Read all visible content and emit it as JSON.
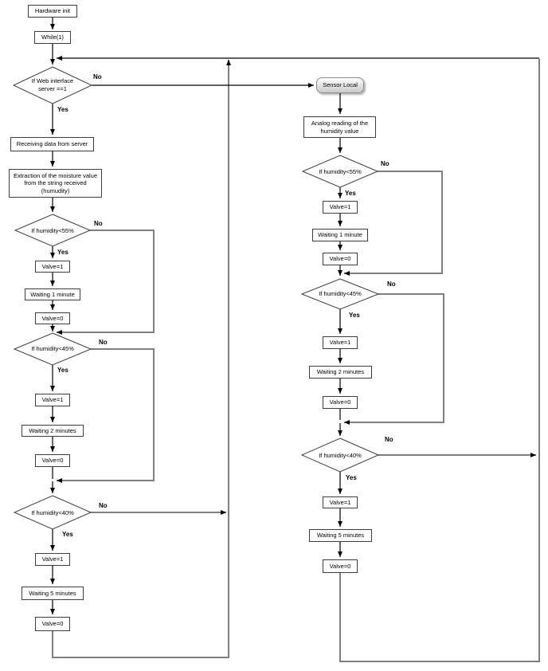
{
  "diagram": {
    "start": {
      "hardware_init": "Hardware init",
      "while_loop": "While(1)"
    },
    "web_decision": {
      "line1": "If Web interface",
      "line2": "server ==1"
    },
    "branch_labels": {
      "yes": "Yes",
      "no": "No"
    },
    "left_branch": {
      "receiving": "Receiving data from server",
      "extraction": {
        "line1": "Extraction of the moisture value",
        "line2": "from the string received",
        "line3": "(humudity)"
      }
    },
    "right_branch": {
      "sensor_local": "Sensor Local",
      "analog": {
        "line1": "Analog reading of the",
        "line2": "humidity value"
      }
    },
    "shared": {
      "humidity_55": "If humidity<55%",
      "humidity_45": "If humidity<45%",
      "humidity_40": "If humidity<40%",
      "valve_on": "Valve=1",
      "valve_off": "Valve=0",
      "wait_1min": "Waiting 1 minute",
      "wait_2min": "Waiting 2 minutes",
      "wait_5min": "Waiting 5 minutes"
    },
    "colors": {
      "line": "#000000",
      "loop_line": "#7f7f7f",
      "node_border": "#3d3d3d",
      "node_fill": "#ffffff"
    }
  }
}
